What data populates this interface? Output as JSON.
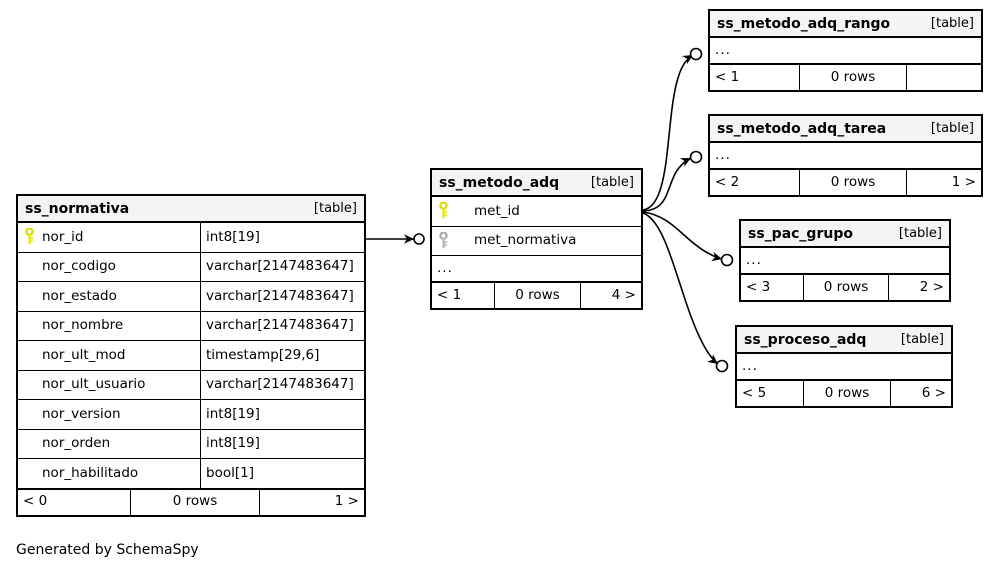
{
  "diagram": {
    "generator_caption": "Generated by SchemaSpy",
    "table_kind_label": "[table]",
    "ellipsis": "...",
    "rows_label": "0 rows",
    "colors": {
      "primary_key": "#e8e800",
      "foreign_key": "#b0b0b0",
      "header_bg": "#f4f4f4",
      "border": "#000000",
      "background": "#ffffff"
    }
  },
  "tables": {
    "ss_normativa": {
      "name": "ss_normativa",
      "kind": "[table]",
      "columns": [
        {
          "name": "nor_id",
          "type": "int8[19]",
          "key": "primary"
        },
        {
          "name": "nor_codigo",
          "type": "varchar[2147483647]",
          "key": "none"
        },
        {
          "name": "nor_estado",
          "type": "varchar[2147483647]",
          "key": "none"
        },
        {
          "name": "nor_nombre",
          "type": "varchar[2147483647]",
          "key": "none"
        },
        {
          "name": "nor_ult_mod",
          "type": "timestamp[29,6]",
          "key": "none"
        },
        {
          "name": "nor_ult_usuario",
          "type": "varchar[2147483647]",
          "key": "none"
        },
        {
          "name": "nor_version",
          "type": "int8[19]",
          "key": "none"
        },
        {
          "name": "nor_orden",
          "type": "int8[19]",
          "key": "none"
        },
        {
          "name": "nor_habilitado",
          "type": "bool[1]",
          "key": "none"
        }
      ],
      "footer": {
        "left": "< 0",
        "middle": "0 rows",
        "right": "1 >"
      }
    },
    "ss_metodo_adq": {
      "name": "ss_metodo_adq",
      "kind": "[table]",
      "columns": [
        {
          "name": "met_id",
          "type": "",
          "key": "primary"
        },
        {
          "name": "met_normativa",
          "type": "",
          "key": "foreign"
        }
      ],
      "ellipsis": "...",
      "footer": {
        "left": "< 1",
        "middle": "0 rows",
        "right": "4 >"
      }
    },
    "ss_metodo_adq_rango": {
      "name": "ss_metodo_adq_rango",
      "kind": "[table]",
      "ellipsis": "...",
      "footer": {
        "left": "< 1",
        "middle": "0 rows",
        "right": ""
      }
    },
    "ss_metodo_adq_tarea": {
      "name": "ss_metodo_adq_tarea",
      "kind": "[table]",
      "ellipsis": "...",
      "footer": {
        "left": "< 2",
        "middle": "0 rows",
        "right": "1 >"
      }
    },
    "ss_pac_grupo": {
      "name": "ss_pac_grupo",
      "kind": "[table]",
      "ellipsis": "...",
      "footer": {
        "left": "< 3",
        "middle": "0 rows",
        "right": "2 >"
      }
    },
    "ss_proceso_adq": {
      "name": "ss_proceso_adq",
      "kind": "[table]",
      "ellipsis": "...",
      "footer": {
        "left": "< 5",
        "middle": "0 rows",
        "right": "6 >"
      }
    }
  }
}
